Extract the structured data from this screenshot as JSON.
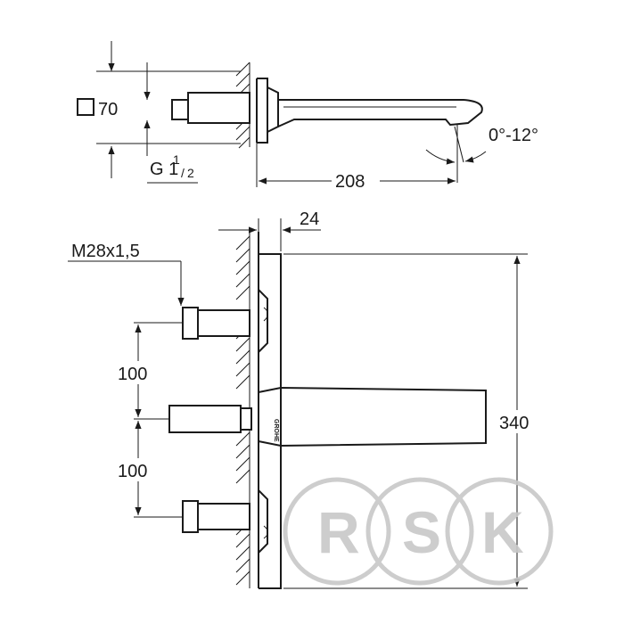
{
  "dimensions": {
    "square_size": "70",
    "thread_connection_main": "G 1",
    "thread_connection_sup": "1",
    "thread_connection_sub": "2",
    "projection": "208",
    "angle": "0°-12°",
    "plate_offset": "24",
    "thread_handle": "M28x1,5",
    "spacing_upper": "100",
    "spacing_lower": "100",
    "total_height": "340"
  },
  "brand_mark": "GROHE",
  "watermark": {
    "letters": [
      "R",
      "S",
      "K"
    ],
    "color": "#c8c8c8"
  }
}
